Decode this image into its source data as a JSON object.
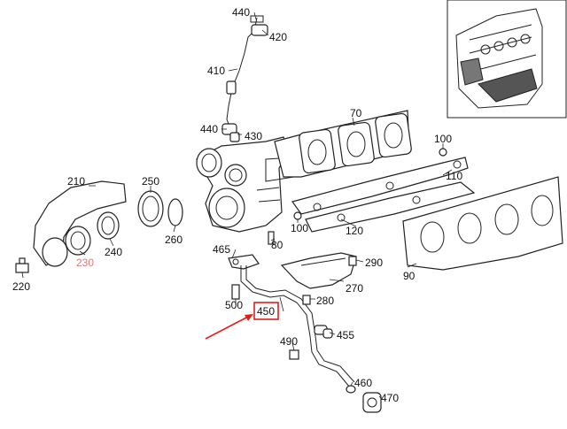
{
  "callouts": {
    "c440a": "440",
    "c420": "420",
    "c410": "410",
    "c440b": "440",
    "c430": "430",
    "c70": "70",
    "c100a": "100",
    "c110": "110",
    "c210": "210",
    "c250": "250",
    "c230": "230",
    "c240": "240",
    "c260": "260",
    "c220": "220",
    "c80": "80",
    "c100b": "100",
    "c120": "120",
    "c465": "465",
    "c290": "290",
    "c90": "90",
    "c270": "270",
    "c500": "500",
    "c280": "280",
    "c450": "450",
    "c455": "455",
    "c490": "490",
    "c460": "460",
    "c470": "470"
  },
  "highlight": {
    "part": "450",
    "box_color": "#e11d1d",
    "arrow_color": "#e11d1d"
  },
  "colors": {
    "ink": "#222222",
    "highlight_label": "#e07a7a"
  }
}
